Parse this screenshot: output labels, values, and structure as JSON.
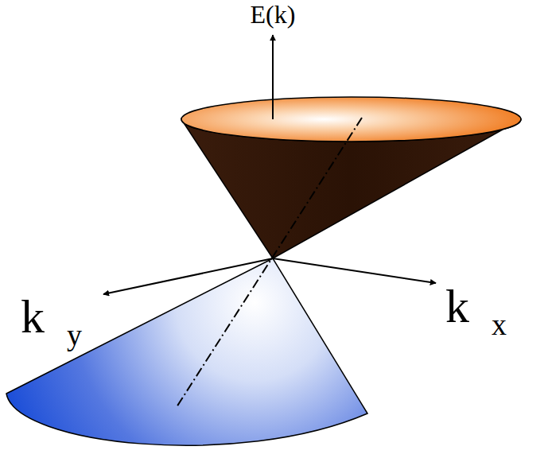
{
  "diagram": {
    "labels": [
      "E(k)",
      "k",
      "y",
      "k",
      "x"
    ]
  }
}
